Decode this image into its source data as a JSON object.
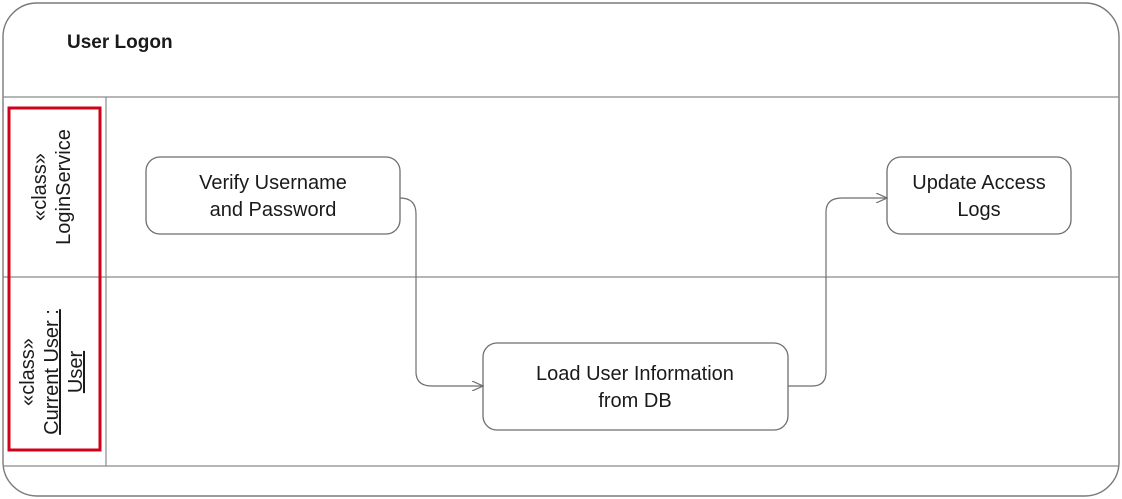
{
  "diagram": {
    "title": "User Logon",
    "lanes": [
      {
        "stereotype": "«class»",
        "name": "LoginService",
        "underlined": false
      },
      {
        "stereotype": "«class»",
        "name_line1": "Current User :",
        "name_line2": "User",
        "underlined": true
      }
    ],
    "actions": [
      {
        "id": "verify",
        "line1": "Verify Username",
        "line2": "and Password"
      },
      {
        "id": "load",
        "line1": "Load User Information",
        "line2": "from DB"
      },
      {
        "id": "update",
        "line1": "Update Access",
        "line2": "Logs"
      }
    ],
    "flows": [
      {
        "from": "Verify Username and Password",
        "to": "Load User Information from DB"
      },
      {
        "from": "Load User Information from DB",
        "to": "Update Access Logs"
      }
    ],
    "highlight_color": "#d0021b"
  }
}
